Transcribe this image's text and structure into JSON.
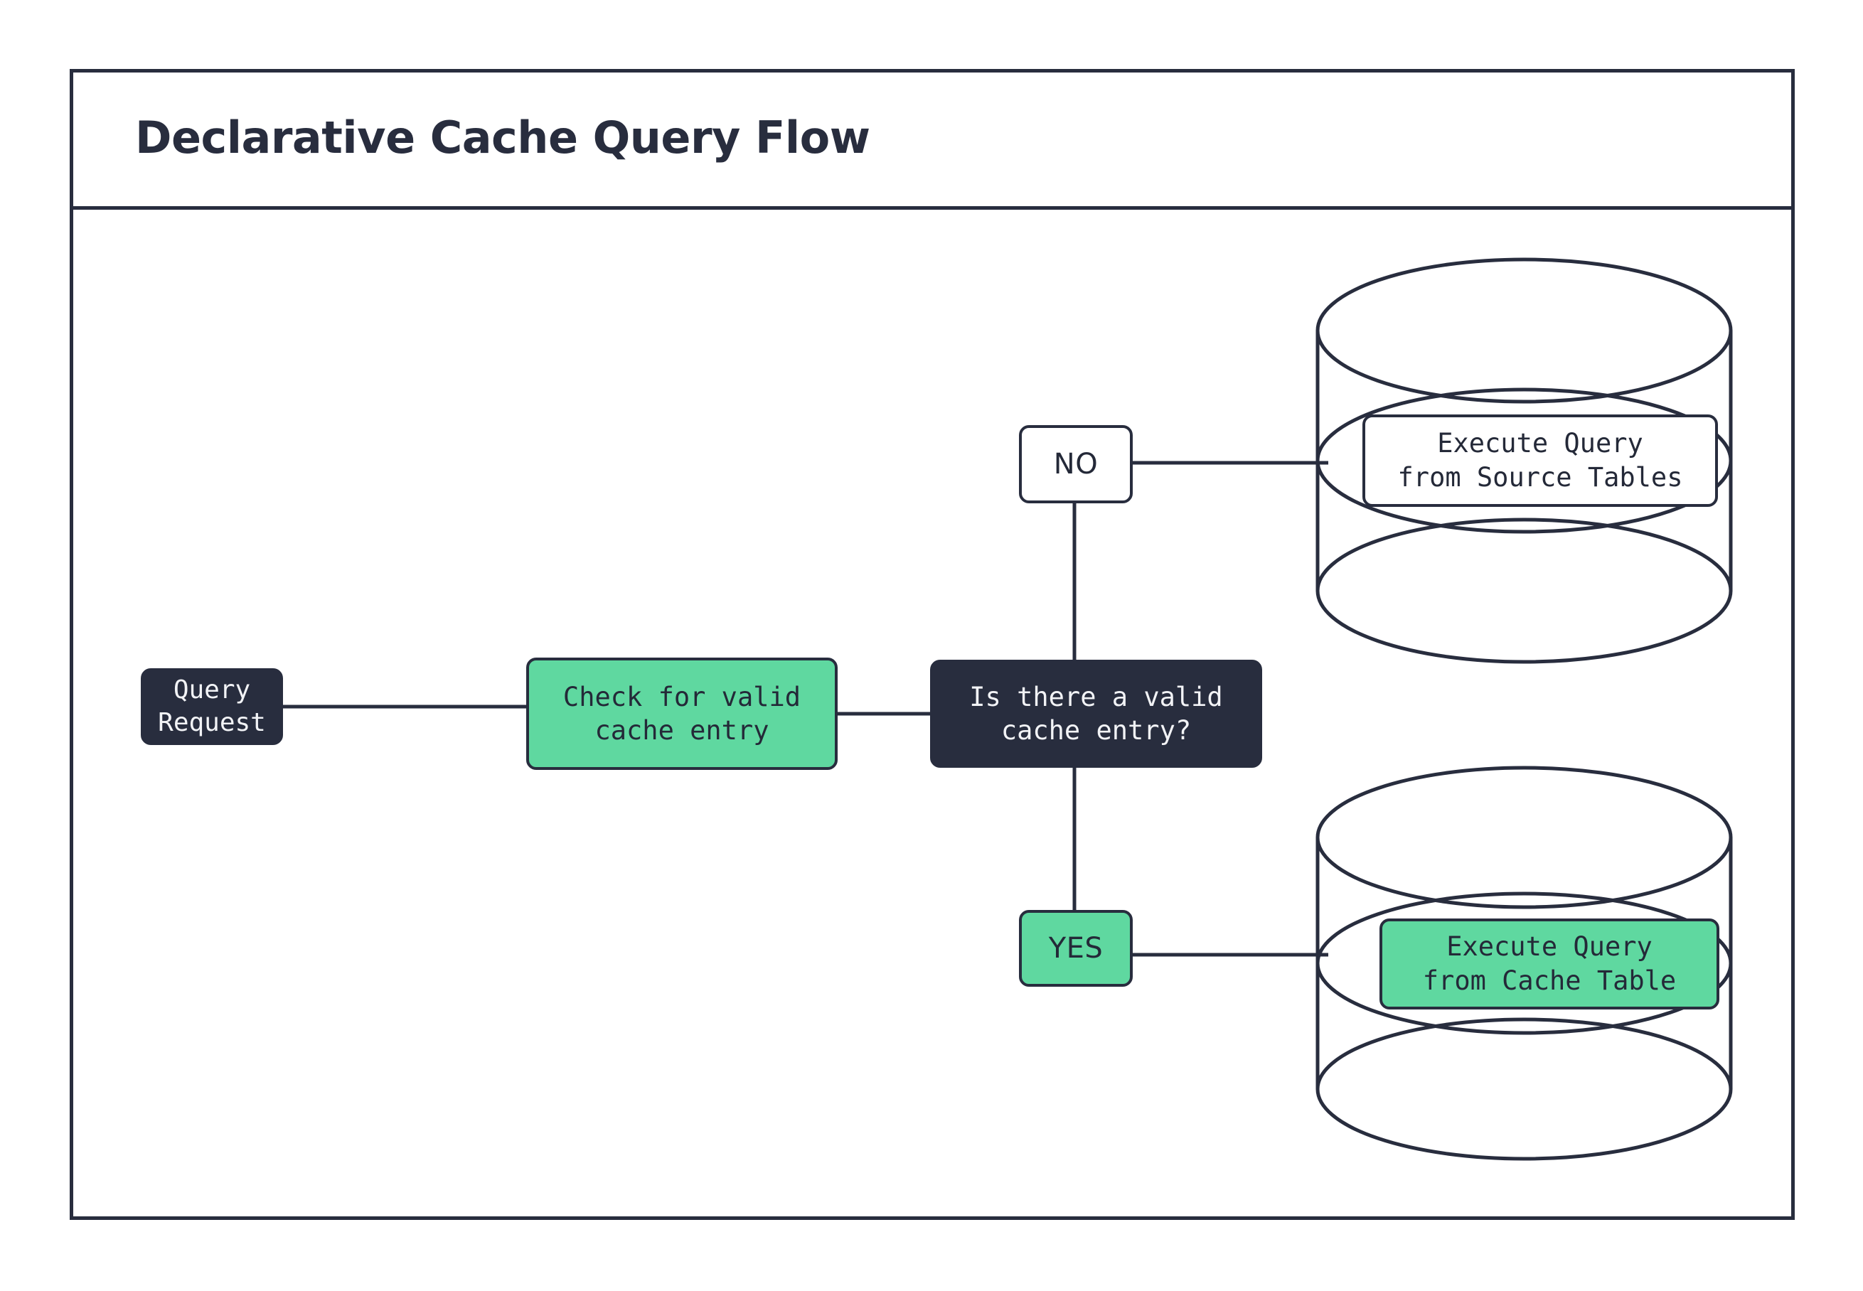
{
  "diagram": {
    "title": "Declarative Cache Query Flow",
    "colors": {
      "ink": "#282D3E",
      "dark_fill": "#282D3E",
      "green_fill": "#5FD8A0",
      "white_fill": "#FFFFFF",
      "canvas": "#FFFFFF"
    },
    "nodes": {
      "query_request": {
        "label": "Query Request",
        "style": "dark",
        "shape": "rounded-rect"
      },
      "check_cache": {
        "label": "Check for valid\ncache entry",
        "style": "green",
        "shape": "rounded-rect"
      },
      "decision": {
        "label": "Is there a valid\ncache entry?",
        "style": "dark",
        "shape": "rounded-rect"
      },
      "source_db": {
        "label": "Execute Query\nfrom Source Tables",
        "style": "white",
        "shape": "database-cylinder"
      },
      "cache_db": {
        "label": "Execute Query\nfrom Cache Table",
        "style": "green",
        "shape": "database-cylinder"
      }
    },
    "edge_labels": {
      "no": {
        "label": "NO",
        "style": "white"
      },
      "yes": {
        "label": "YES",
        "style": "green"
      }
    },
    "edges": [
      {
        "from": "query_request",
        "to": "check_cache",
        "label": ""
      },
      {
        "from": "check_cache",
        "to": "decision",
        "label": ""
      },
      {
        "from": "decision",
        "to": "no",
        "label": "NO"
      },
      {
        "from": "no",
        "to": "source_db",
        "label": ""
      },
      {
        "from": "decision",
        "to": "yes",
        "label": "YES"
      },
      {
        "from": "yes",
        "to": "cache_db",
        "label": ""
      }
    ]
  }
}
